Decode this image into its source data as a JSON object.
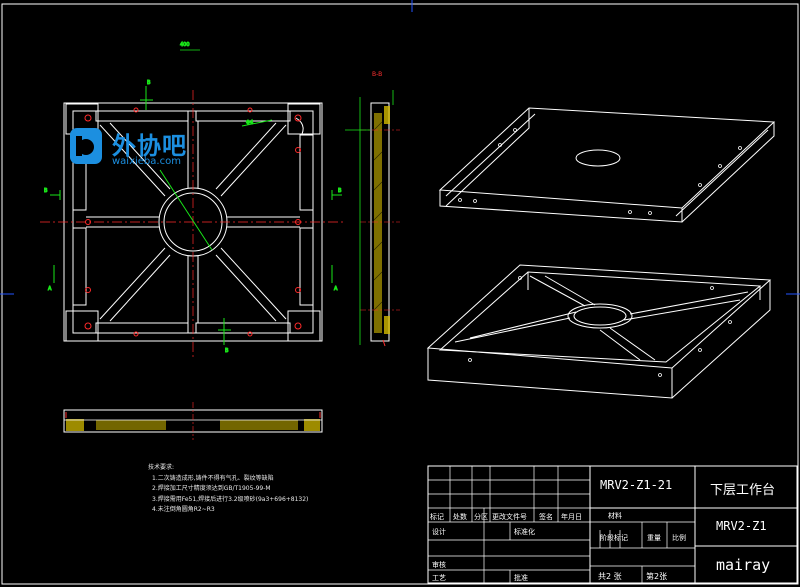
{
  "views": {
    "section_label": "B-B"
  },
  "logo": {
    "icon": "wxb-logo-icon",
    "main": "外协吧",
    "sub": "waixieba.com",
    "color": "#1c8fe0"
  },
  "notes": {
    "title": "技术要求:",
    "items": [
      "1.二次铸造成形,铸件不得有气孔、裂纹等缺陷",
      "2.焊接加工尺寸精度须达到GB/T1905-99-M",
      "3.焊接需用Fe51,焊接后进行3.2级喷砂(9a3+696+8132)",
      "4.未注倒角圆角R2~R3"
    ]
  },
  "title_block": {
    "drawing_no": "MRV2-Z1-21",
    "part_name": "下层工作台",
    "assembly_no": "MRV2-Z1",
    "company": "mairay",
    "material_label": "材料",
    "header_cells": [
      "标记",
      "处数",
      "分区",
      "更改文件号",
      "签名",
      "年月日"
    ],
    "design_label": "设计",
    "standard_label": "标准化",
    "stage_label": "阶段标记",
    "weight_label": "重量",
    "scale_label": "比例",
    "review_label": "审核",
    "process_label": "工艺",
    "approve_label": "批准",
    "total_label": "共2 张",
    "sheet_label": "第2张"
  },
  "colors": {
    "outline": "#ffffff",
    "centerline": "#ff2a2a",
    "dimension": "#19e619",
    "hatch": "#d2b900",
    "section": "#ff3030",
    "border": "#2255ff"
  }
}
